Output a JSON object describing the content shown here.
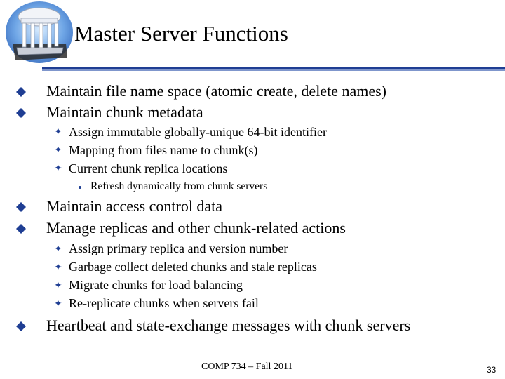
{
  "slide": {
    "title": "Master Server Functions",
    "footer": "COMP 734 – Fall 2011",
    "page_number": "33"
  },
  "bullets": [
    {
      "text": "Maintain file name space (atomic create, delete names)"
    },
    {
      "text": "Maintain chunk metadata",
      "sub": [
        {
          "text": "Assign immutable globally-unique 64-bit identifier"
        },
        {
          "text": "Mapping from files name to chunk(s)"
        },
        {
          "text": "Current chunk replica locations",
          "sub": [
            {
              "text": "Refresh dynamically from chunk servers"
            }
          ]
        }
      ]
    },
    {
      "text": "Maintain access control data"
    },
    {
      "text": "Manage replicas and other chunk-related actions",
      "sub": [
        {
          "text": "Assign primary replica and version number"
        },
        {
          "text": "Garbage collect deleted chunks and stale replicas"
        },
        {
          "text": "Migrate chunks for load balancing"
        },
        {
          "text": "Re-replicate chunks when servers fail"
        }
      ]
    },
    {
      "text": "Heartbeat and state-exchange messages with chunk servers"
    }
  ],
  "colors": {
    "accent": "#1f3e93",
    "accent_light": "#7f96cc"
  }
}
